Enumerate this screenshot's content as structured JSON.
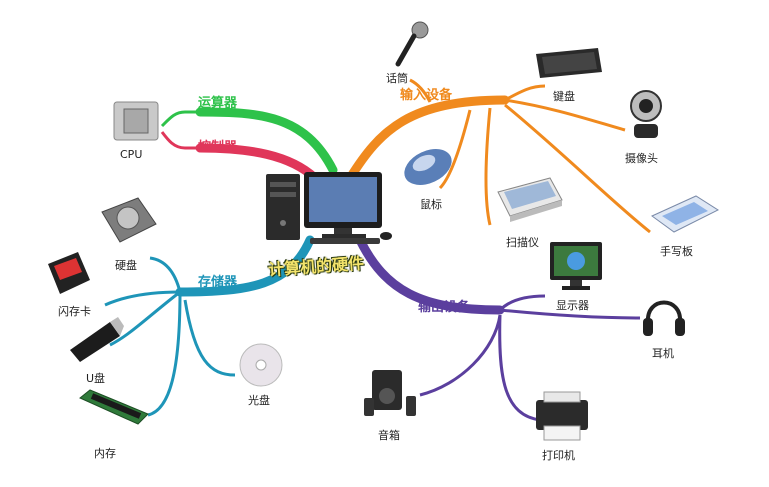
{
  "center": {
    "title": "计算机的硬件"
  },
  "colors": {
    "green": "#2ec24a",
    "red": "#e0365a",
    "orange": "#f08a1e",
    "teal": "#1e95b8",
    "purple": "#5b3f9e"
  },
  "branches": {
    "alu": "运算器",
    "control": "控制器",
    "input": "输入设备",
    "storage": "存储器",
    "output": "输出设备"
  },
  "leaves": {
    "cpu": "CPU",
    "microphone": "话筒",
    "keyboard": "键盘",
    "camera": "摄像头",
    "mouse": "鼠标",
    "scanner": "扫描仪",
    "tablet": "手写板",
    "harddisk": "硬盘",
    "flashcard": "闪存卡",
    "usb": "U盘",
    "memory": "内存",
    "cd": "光盘",
    "monitor": "显示器",
    "headphones": "耳机",
    "speaker": "音箱",
    "printer": "打印机"
  },
  "icons": {
    "cpu": "cpu-chip-icon",
    "microphone": "microphone-icon",
    "keyboard": "keyboard-icon",
    "camera": "webcam-icon",
    "mouse": "mouse-icon",
    "scanner": "scanner-icon",
    "tablet": "drawing-tablet-icon",
    "harddisk": "hard-disk-icon",
    "flashcard": "flash-card-icon",
    "usb": "usb-drive-icon",
    "memory": "ram-stick-icon",
    "cd": "cd-disc-icon",
    "monitor": "monitor-icon",
    "headphones": "headphones-icon",
    "speaker": "speaker-icon",
    "printer": "printer-icon",
    "computer": "desktop-computer-icon"
  }
}
